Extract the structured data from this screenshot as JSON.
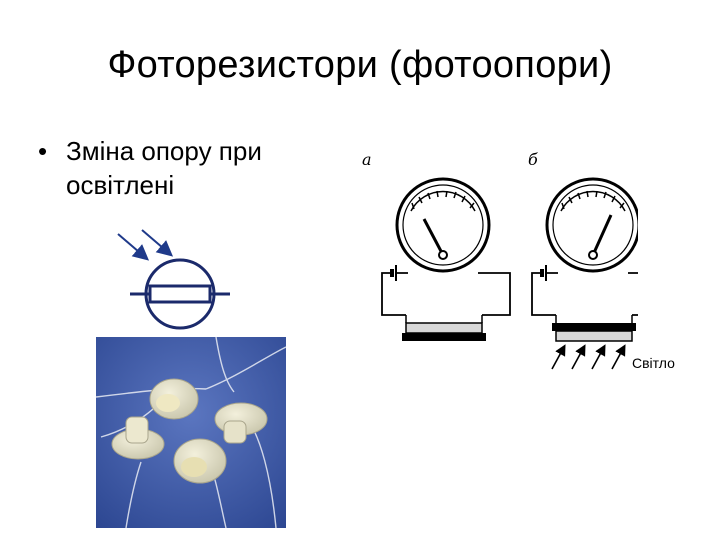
{
  "slide": {
    "title": "Фоторезистори (фотоопори)",
    "bullets": [
      {
        "marker": "•",
        "text": "Зміна опору при\nосвітлені"
      }
    ]
  },
  "diagram": {
    "label_a": "а",
    "label_b": "б",
    "light_label": "Світло"
  },
  "icons": [
    "light-arrows-icon",
    "photoresistor-symbol-icon",
    "meter-dial-icon"
  ],
  "colors": {
    "arrow_blue": "#1f3a8a",
    "symbol_blue": "#1b2a6b",
    "photo_bg": "#3b57a8",
    "line": "#000000"
  }
}
